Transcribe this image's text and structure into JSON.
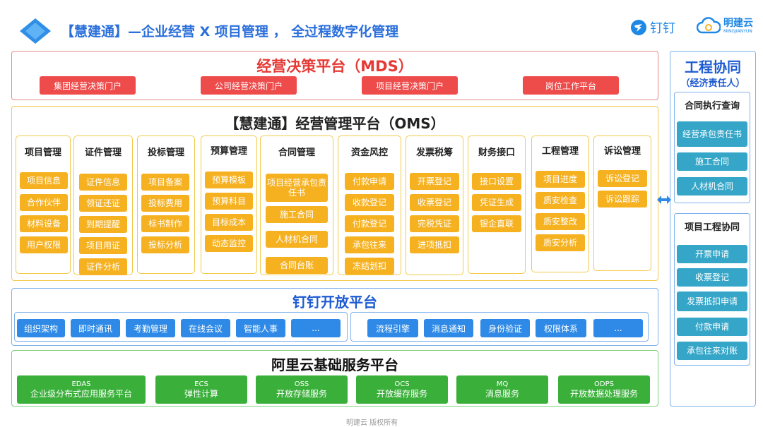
{
  "header": {
    "title": "【慧建通】—企业经营 X 项目管理 ， 全过程数字化管理",
    "brand_dingtalk": "钉钉",
    "brand_mjy_cn": "明建云",
    "brand_mjy_en": "MINGJIANYUN"
  },
  "mds": {
    "title": "经营决策平台（MDS）",
    "buttons": [
      "集团经营决策门户",
      "公司经营决策门户",
      "项目经营决策门户",
      "岗位工作平台"
    ]
  },
  "oms": {
    "title": "【慧建通】经营管理平台（OMS）",
    "columns": [
      {
        "title": "项目管理",
        "items": [
          "项目信息",
          "合作伙伴",
          "材料设备",
          "用户权限"
        ]
      },
      {
        "title": "证件管理",
        "items": [
          "证件信息",
          "领证还证",
          "到期提醒",
          "项目用证",
          "证件分析"
        ]
      },
      {
        "title": "投标管理",
        "items": [
          "项目备案",
          "投标费用",
          "标书制作",
          "投标分析"
        ]
      },
      {
        "title": "预算管理",
        "items": [
          "预算模板",
          "预算科目",
          "目标成本",
          "动态监控"
        ]
      },
      {
        "title": "合同管理",
        "items": [
          "项目经营承包责任书",
          "施工合同",
          "人材机合同",
          "合同台账"
        ]
      },
      {
        "title": "资金风控",
        "items": [
          "付款申请",
          "收款登记",
          "付款登记",
          "承包往来",
          "冻结划扣"
        ]
      },
      {
        "title": "发票税筹",
        "items": [
          "开票登记",
          "收票登记",
          "完税凭证",
          "进项抵扣"
        ]
      },
      {
        "title": "财务接口",
        "items": [
          "接口设置",
          "凭证生成",
          "银企直联"
        ]
      },
      {
        "title": "工程管理",
        "items": [
          "项目进度",
          "质安检查",
          "质安整改",
          "质安分析"
        ]
      },
      {
        "title": "诉讼管理",
        "items": [
          "诉讼登记",
          "诉讼跟踪"
        ]
      }
    ]
  },
  "dingtalk": {
    "title": "钉钉开放平台",
    "left_items": [
      "组织架构",
      "即时通讯",
      "考勤管理",
      "在线会议",
      "智能人事",
      "..."
    ],
    "right_items": [
      "流程引擎",
      "消息通知",
      "身份验证",
      "权限体系",
      "..."
    ]
  },
  "aliyun": {
    "title": "阿里云基础服务平台",
    "items": [
      {
        "code": "EDAS",
        "desc": "企业级分布式应用服务平台"
      },
      {
        "code": "ECS",
        "desc": "弹性计算"
      },
      {
        "code": "OSS",
        "desc": "开放存储服务"
      },
      {
        "code": "OCS",
        "desc": "开放缓存服务"
      },
      {
        "code": "MQ",
        "desc": "消息服务"
      },
      {
        "code": "ODPS",
        "desc": "开放数据处理服务"
      }
    ]
  },
  "collab": {
    "title": "工程协同",
    "subtitle": "（经济责任人）",
    "contract_box": {
      "title": "合同执行查询",
      "items": [
        "经营承包责任书",
        "施工合同",
        "人材机合同"
      ]
    },
    "project_box": {
      "title": "项目工程协同",
      "items": [
        "开票申请",
        "收票登记",
        "发票抵扣申请",
        "付款申请",
        "承包往来对账"
      ]
    }
  },
  "footer": "明建云 版权所有",
  "colors": {
    "mds_red": "#ee4b4b",
    "oms_orange": "#f6b120",
    "dingtalk_blue": "#2e8ae6",
    "aliyun_green": "#3ab03a",
    "collab_teal": "#35a6c8"
  }
}
